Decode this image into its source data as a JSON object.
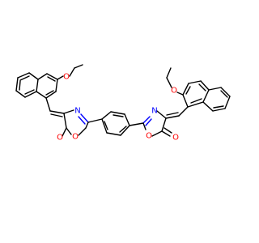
{
  "molecule": {
    "atom_labels": {
      "o_ether_left": "O",
      "o_ring_left": "O",
      "o_carbonyl_left": "O",
      "n_ring_left": "N",
      "n_ring_right": "N",
      "o_ring_right": "O",
      "o_carbonyl_right": "O",
      "o_ether_right": "O"
    },
    "colors": {
      "bond": "#000000",
      "oxygen": "#ff0000",
      "nitrogen": "#0000ff",
      "background": "#ffffff"
    }
  }
}
